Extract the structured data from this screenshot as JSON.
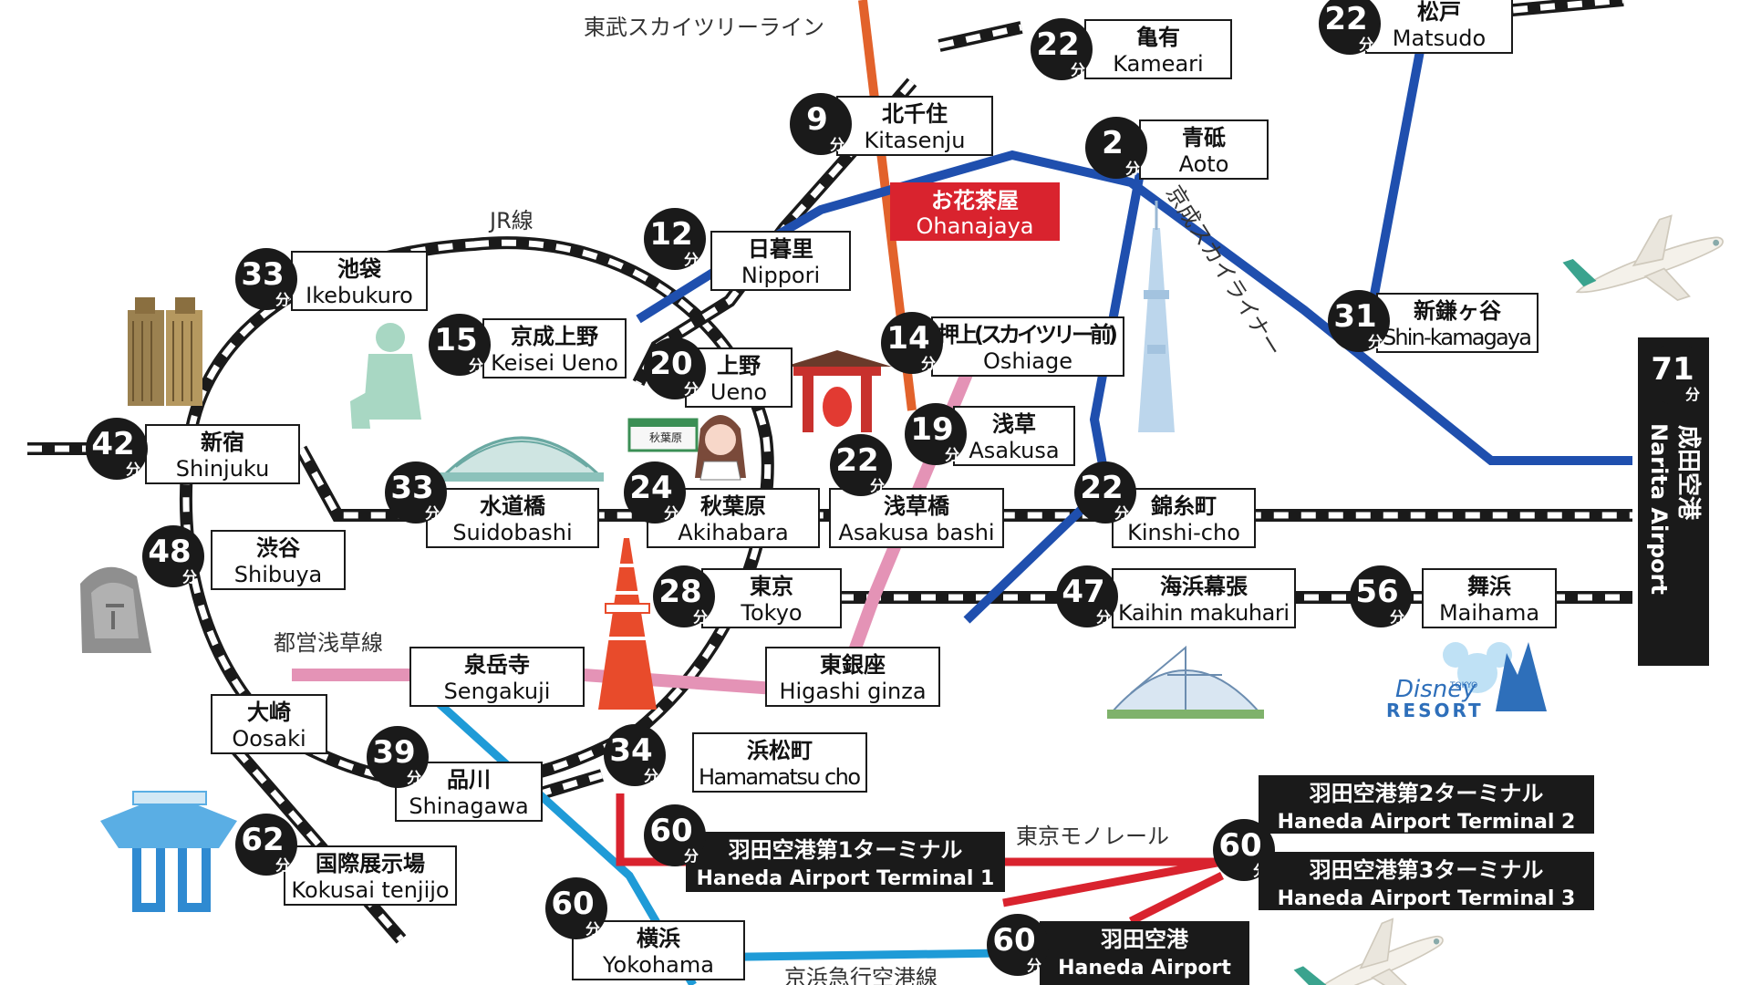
{
  "colors": {
    "jr": "#1a1a1a",
    "blue": "#1f4fae",
    "orange": "#e2622b",
    "pink": "#e493b6",
    "keikyu": "#1f9bd7",
    "monorail": "#d9232e",
    "ohanajaya": "#d9232e"
  },
  "line_labels": {
    "tobu": "東武スカイツリーライン",
    "jr": "JR線",
    "asakusa": "都営浅草線",
    "skyliner": "京成スカイライナー",
    "monorail": "東京モノレール",
    "keikyu": "京浜急行空港線"
  },
  "minute_unit": "分",
  "hub": {
    "jp": "お花茶屋",
    "en": "Ohanajaya"
  },
  "stations": [
    {
      "id": "kameari",
      "min": "22",
      "jp": "亀有",
      "en": "Kameari"
    },
    {
      "id": "matsudo",
      "min": "22",
      "jp": "松戸",
      "en": "Matsudo"
    },
    {
      "id": "kitasenju",
      "min": "9",
      "jp": "北千住",
      "en": "Kitasenju"
    },
    {
      "id": "aoto",
      "min": "2",
      "jp": "青砥",
      "en": "Aoto"
    },
    {
      "id": "nippori",
      "min": "12",
      "jp": "日暮里",
      "en": "Nippori"
    },
    {
      "id": "ikebukuro",
      "min": "33",
      "jp": "池袋",
      "en": "Ikebukuro"
    },
    {
      "id": "keiseiueno",
      "min": "15",
      "jp": "京成上野",
      "en": "Keisei Ueno"
    },
    {
      "id": "ueno",
      "min": "20",
      "jp": "上野",
      "en": "Ueno"
    },
    {
      "id": "oshiage",
      "min": "14",
      "jp": "押上(スカイツリー前)",
      "en": "Oshiage"
    },
    {
      "id": "shinkamagaya",
      "min": "31",
      "jp": "新鎌ヶ谷",
      "en": "Shin-kamagaya"
    },
    {
      "id": "asakusa",
      "min": "19",
      "jp": "浅草",
      "en": "Asakusa"
    },
    {
      "id": "shinjuku",
      "min": "42",
      "jp": "新宿",
      "en": "Shinjuku"
    },
    {
      "id": "suidobashi",
      "min": "33",
      "jp": "水道橋",
      "en": "Suidobashi"
    },
    {
      "id": "akihabara",
      "min": "24",
      "jp": "秋葉原",
      "en": "Akihabara"
    },
    {
      "id": "asakusabashi",
      "min": "22",
      "jp": "浅草橋",
      "en": "Asakusa bashi"
    },
    {
      "id": "kinshicho",
      "min": "22",
      "jp": "錦糸町",
      "en": "Kinshi-cho"
    },
    {
      "id": "shibuya",
      "min": "48",
      "jp": "渋谷",
      "en": "Shibuya"
    },
    {
      "id": "tokyo",
      "min": "28",
      "jp": "東京",
      "en": "Tokyo"
    },
    {
      "id": "kaihinmakuhari",
      "min": "47",
      "jp": "海浜幕張",
      "en": "Kaihin makuhari"
    },
    {
      "id": "maihama",
      "min": "56",
      "jp": "舞浜",
      "en": "Maihama"
    },
    {
      "id": "sengakuji",
      "min": "",
      "jp": "泉岳寺",
      "en": "Sengakuji"
    },
    {
      "id": "higashiginza",
      "min": "",
      "jp": "東銀座",
      "en": "Higashi ginza"
    },
    {
      "id": "osaki",
      "min": "",
      "jp": "大崎",
      "en": "Oosaki"
    },
    {
      "id": "shinagawa",
      "min": "39",
      "jp": "品川",
      "en": "Shinagawa"
    },
    {
      "id": "hamamatsucho",
      "min": "34",
      "jp": "浜松町",
      "en": "Hamamatsu cho"
    },
    {
      "id": "kokusai",
      "min": "62",
      "jp": "国際展示場",
      "en": "Kokusai tenjijo"
    },
    {
      "id": "yokohama",
      "min": "60",
      "jp": "横浜",
      "en": "Yokohama"
    }
  ],
  "airports": [
    {
      "id": "narita",
      "min": "71",
      "jp": "成田空港",
      "en": "Narita Airport"
    },
    {
      "id": "haneda_t1",
      "min": "60",
      "jp": "羽田空港第1ターミナル",
      "en": "Haneda Airport Terminal 1"
    },
    {
      "id": "haneda_t2",
      "min": "60",
      "jp": "羽田空港第2ターミナル",
      "en": "Haneda Airport Terminal 2"
    },
    {
      "id": "haneda_t3",
      "min": "",
      "jp": "羽田空港第3ターミナル",
      "en": "Haneda Airport Terminal 3"
    },
    {
      "id": "haneda",
      "min": "60",
      "jp": "羽田空港",
      "en": "Haneda Airport"
    }
  ],
  "landmarks": {
    "akiba_sign": "秋葉原",
    "disney": [
      "Disney",
      "RESORT"
    ],
    "disney_small": "TOKYO"
  }
}
